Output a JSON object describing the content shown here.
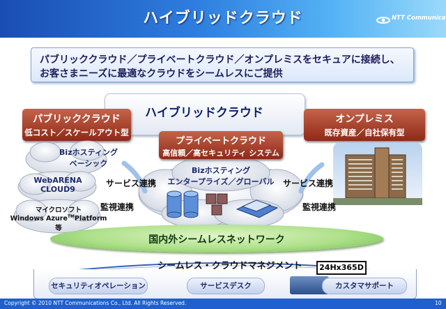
{
  "header": {
    "title": "ハイブリッドクラウド",
    "logo_text": "NTT Communications"
  },
  "intro": {
    "line1": "パブリッククラウド／プライベートクラウド／オンプレミスをセキュアに接続し、",
    "line2": "お客さまニーズに最適なクラウドをシームレスにご提供"
  },
  "hybrid": {
    "label": "ハイブリッドクラウド"
  },
  "public_cloud": {
    "title": "パブリッククラウド",
    "subtitle": "低コスト／スケールアウト型"
  },
  "private_cloud": {
    "title": "プライベートクラウド",
    "subtitle": "高信頼／高セキュリティ システム"
  },
  "onpremise": {
    "title": "オンプレミス",
    "subtitle": "既存資産／自社保有型"
  },
  "clouds": {
    "biz_basic_line1": "Bizホスティング",
    "biz_basic_line2": "ベーシック",
    "webarena_line1": "WebARENA",
    "webarena_line2": "CLOUD9",
    "ms_line1": "マイクロソフト",
    "ms_line2": "Windows Azure",
    "ms_tm": "TM",
    "ms_line2b": "Platform",
    "ms_line3": "等",
    "biz_ent_line1": "Bizホスティング",
    "biz_ent_line2": "エンタープライズ／グローバル"
  },
  "links": {
    "service_left": "サービス連携",
    "monitor_left": "監視連携",
    "service_right": "サービス連携",
    "monitor_right": "監視連携"
  },
  "network": {
    "label": "国内外シームレスネットワーク"
  },
  "management": {
    "title": "シームレス・クラウドマネジメント",
    "badge": "24Hx365D",
    "items": [
      "セキュリティオペレーション",
      "サービスデスク",
      "カスタマサポート"
    ]
  },
  "footer": {
    "copyright": "Copyright © 2010 NTT Communications Co., Ltd. All Rights Reserved.",
    "page": "10"
  },
  "colors": {
    "header": "#2f7fe0",
    "brown": "#8e2a18",
    "network": "#aee08a",
    "footer": "#1f5fcf"
  }
}
